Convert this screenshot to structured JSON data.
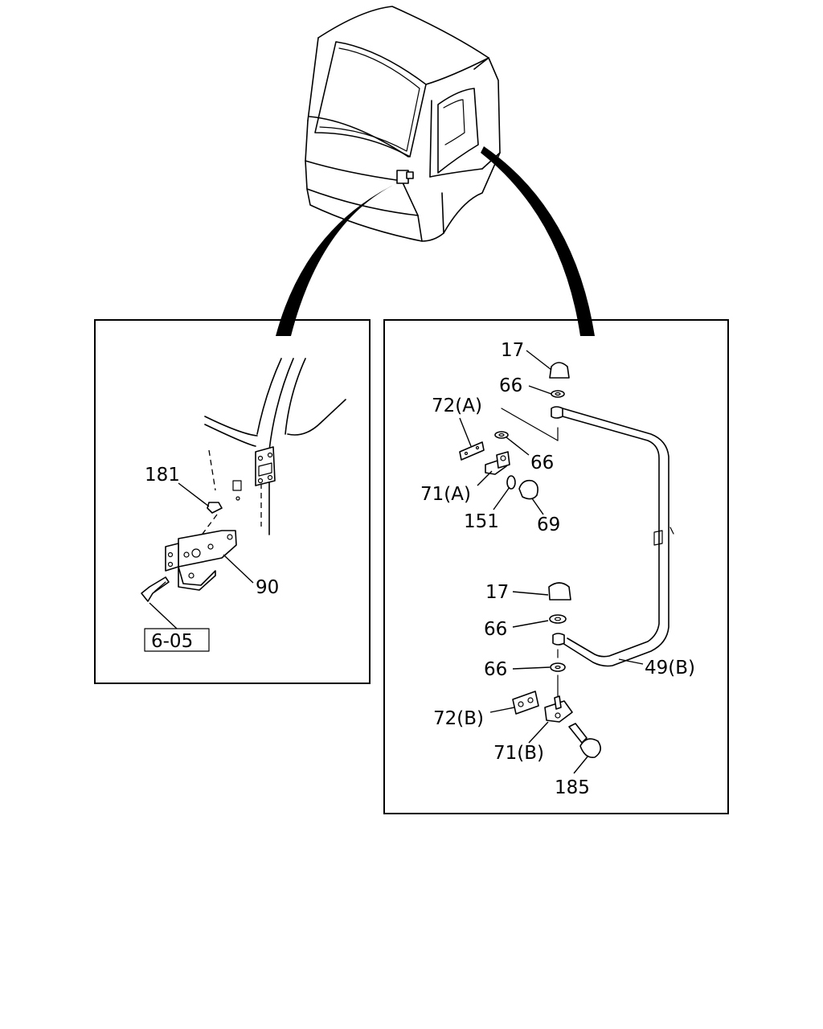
{
  "callouts": {
    "left": {
      "p181": "181",
      "p90": "90",
      "ref": "6-05"
    },
    "right": {
      "p17_top": "17",
      "p66_top": "66",
      "p72a": "72(A)",
      "p66_mid": "66",
      "p71a": "71(A)",
      "p151": "151",
      "p69": "69",
      "p17_bottom": "17",
      "p66_lower1": "66",
      "p66_lower2": "66",
      "p49b": "49(B)",
      "p72b": "72(B)",
      "p71b": "71(B)",
      "p185": "185"
    }
  }
}
